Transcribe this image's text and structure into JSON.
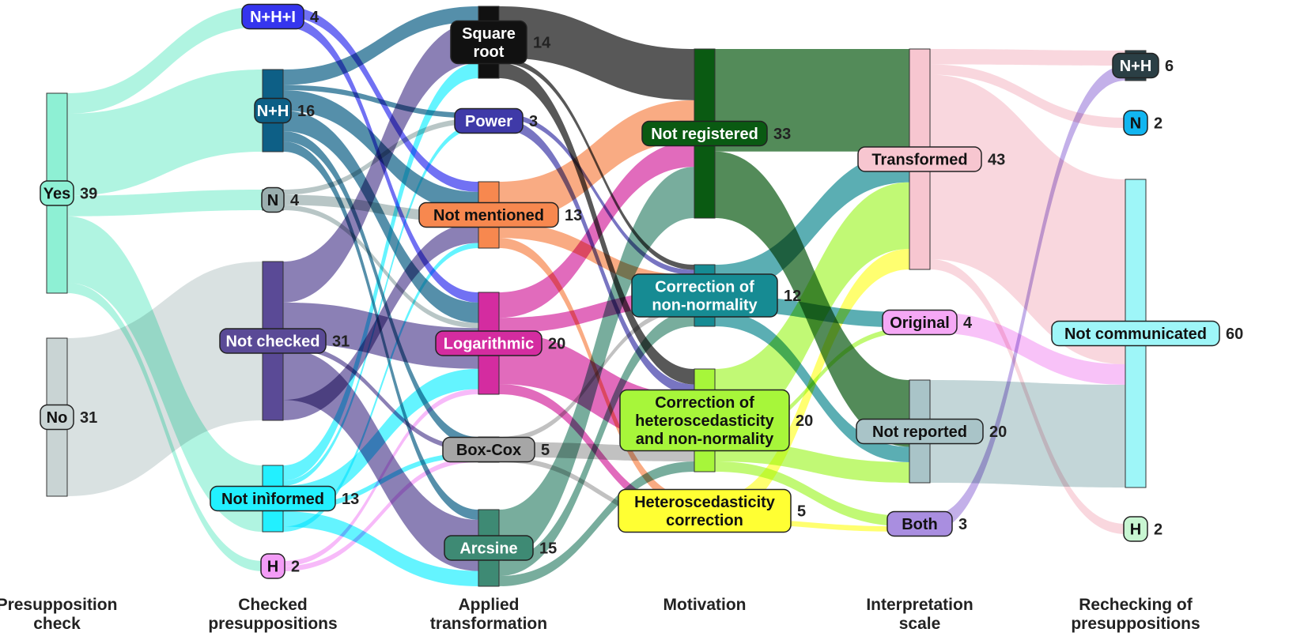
{
  "columns": [
    {
      "label": "Presupposition check"
    },
    {
      "label": "Checked presuppositions"
    },
    {
      "label": "Applied transformation"
    },
    {
      "label": "Motivation"
    },
    {
      "label": "Interpretation scale"
    },
    {
      "label": "Rechecking of presuppositions"
    }
  ],
  "nodes": [
    {
      "id": "yes",
      "col": 0,
      "label": "Yes",
      "count": "39",
      "color": "#8ef0d4"
    },
    {
      "id": "no",
      "col": 0,
      "label": "No",
      "count": "31",
      "color": "#c9d4d4"
    },
    {
      "id": "nhi",
      "col": 1,
      "label": "N+H+I",
      "count": "4",
      "color": "#3535ee"
    },
    {
      "id": "nh1",
      "col": 1,
      "label": "N+H",
      "count": "16",
      "color": "#0d5f86"
    },
    {
      "id": "n1",
      "col": 1,
      "label": "N",
      "count": "4",
      "color": "#9aaeae"
    },
    {
      "id": "notchecked",
      "col": 1,
      "label": "Not checked",
      "count": "31",
      "color": "#5a4a96"
    },
    {
      "id": "notinformed",
      "col": 1,
      "label": "Not inìformed",
      "count": "13",
      "color": "#22f0ff"
    },
    {
      "id": "h1",
      "col": 1,
      "label": "H",
      "count": "2",
      "color": "#f39cf6"
    },
    {
      "id": "sqrt",
      "col": 2,
      "label": "Square root",
      "count": "14",
      "color": "#111111"
    },
    {
      "id": "power",
      "col": 2,
      "label": "Power",
      "count": "3",
      "color": "#3f3aa8"
    },
    {
      "id": "notmentioned",
      "col": 2,
      "label": "Not mentioned",
      "count": "13",
      "color": "#f7884f"
    },
    {
      "id": "log",
      "col": 2,
      "label": "Logarithmic",
      "count": "20",
      "color": "#d42ca0"
    },
    {
      "id": "boxcox",
      "col": 2,
      "label": "Box-Cox",
      "count": "5",
      "color": "#a6a6a6"
    },
    {
      "id": "arcsine",
      "col": 2,
      "label": "Arcsine",
      "count": "15",
      "color": "#3e8a74"
    },
    {
      "id": "notreg",
      "col": 3,
      "label": "Not registered",
      "count": "33",
      "color": "#0a5a12"
    },
    {
      "id": "corrnn",
      "col": 3,
      "label": "Correction of non-normality",
      "count": "12",
      "color": "#168b93"
    },
    {
      "id": "corrhn",
      "col": 3,
      "label": "Correction of heteroscedasticity and non-normality",
      "count": "20",
      "color": "#a7f63a"
    },
    {
      "id": "hetcorr",
      "col": 3,
      "label": "Heteroscedasticity correction",
      "count": "5",
      "color": "#ffff33"
    },
    {
      "id": "transformed",
      "col": 4,
      "label": "Transformed",
      "count": "43",
      "color": "#f7c6d0"
    },
    {
      "id": "original",
      "col": 4,
      "label": "Original",
      "count": "4",
      "color": "#f5a8f5"
    },
    {
      "id": "notreported",
      "col": 4,
      "label": "Not reported",
      "count": "20",
      "color": "#a9c4c8"
    },
    {
      "id": "both",
      "col": 4,
      "label": "Both",
      "count": "3",
      "color": "#a98ee0"
    },
    {
      "id": "nh5",
      "col": 5,
      "label": "N+H",
      "count": "6",
      "color": "#2b3f45"
    },
    {
      "id": "n5",
      "col": 5,
      "label": "N",
      "count": "2",
      "color": "#12b5f0"
    },
    {
      "id": "notcomm",
      "col": 5,
      "label": "Not communicated",
      "count": "60",
      "color": "#9ef6f8"
    },
    {
      "id": "h5",
      "col": 5,
      "label": "H",
      "count": "2",
      "color": "#c8f6d2"
    }
  ],
  "links": [
    [
      "yes",
      "nhi",
      4
    ],
    [
      "yes",
      "nh1",
      16
    ],
    [
      "yes",
      "n1",
      4
    ],
    [
      "yes",
      "notinformed",
      13
    ],
    [
      "yes",
      "h1",
      2
    ],
    [
      "no",
      "notchecked",
      31
    ],
    [
      "nhi",
      "notmentioned",
      2
    ],
    [
      "nhi",
      "log",
      2
    ],
    [
      "nh1",
      "sqrt",
      3
    ],
    [
      "nh1",
      "power",
      1
    ],
    [
      "nh1",
      "notmentioned",
      4
    ],
    [
      "nh1",
      "log",
      4
    ],
    [
      "nh1",
      "boxcox",
      2
    ],
    [
      "nh1",
      "arcsine",
      2
    ],
    [
      "n1",
      "power",
      1
    ],
    [
      "n1",
      "notmentioned",
      2
    ],
    [
      "n1",
      "log",
      1
    ],
    [
      "notchecked",
      "sqrt",
      8
    ],
    [
      "notchecked",
      "log",
      8
    ],
    [
      "notchecked",
      "boxcox",
      1
    ],
    [
      "notchecked",
      "arcsine",
      10
    ],
    [
      "notchecked",
      "notmentioned",
      4
    ],
    [
      "notinformed",
      "sqrt",
      3
    ],
    [
      "notinformed",
      "power",
      1
    ],
    [
      "notinformed",
      "log",
      4
    ],
    [
      "notinformed",
      "boxcox",
      1
    ],
    [
      "notinformed",
      "arcsine",
      3
    ],
    [
      "notinformed",
      "notmentioned",
      1
    ],
    [
      "h1",
      "log",
      1
    ],
    [
      "h1",
      "boxcox",
      1
    ],
    [
      "sqrt",
      "notreg",
      10
    ],
    [
      "sqrt",
      "corrnn",
      1
    ],
    [
      "sqrt",
      "corrhn",
      3
    ],
    [
      "power",
      "corrnn",
      1
    ],
    [
      "power",
      "corrhn",
      2
    ],
    [
      "notmentioned",
      "notreg",
      8
    ],
    [
      "notmentioned",
      "corrnn",
      3
    ],
    [
      "notmentioned",
      "hetcorr",
      2
    ],
    [
      "log",
      "notreg",
      5
    ],
    [
      "log",
      "corrnn",
      3
    ],
    [
      "log",
      "corrhn",
      10
    ],
    [
      "log",
      "hetcorr",
      2
    ],
    [
      "boxcox",
      "corrnn",
      1
    ],
    [
      "boxcox",
      "corrhn",
      3
    ],
    [
      "boxcox",
      "hetcorr",
      1
    ],
    [
      "arcsine",
      "notreg",
      10
    ],
    [
      "arcsine",
      "corrnn",
      3
    ],
    [
      "arcsine",
      "corrhn",
      2
    ],
    [
      "notreg",
      "transformed",
      20
    ],
    [
      "notreg",
      "notreported",
      13
    ],
    [
      "corrnn",
      "transformed",
      6
    ],
    [
      "corrnn",
      "original",
      3
    ],
    [
      "corrnn",
      "notreported",
      3
    ],
    [
      "corrhn",
      "transformed",
      13
    ],
    [
      "corrhn",
      "original",
      1
    ],
    [
      "corrhn",
      "notreported",
      4
    ],
    [
      "corrhn",
      "both",
      2
    ],
    [
      "hetcorr",
      "transformed",
      4
    ],
    [
      "hetcorr",
      "both",
      1
    ],
    [
      "transformed",
      "nh5",
      3
    ],
    [
      "transformed",
      "n5",
      2
    ],
    [
      "transformed",
      "notcomm",
      36
    ],
    [
      "transformed",
      "h5",
      2
    ],
    [
      "original",
      "notcomm",
      4
    ],
    [
      "notreported",
      "notcomm",
      20
    ],
    [
      "both",
      "nh5",
      3
    ]
  ]
}
